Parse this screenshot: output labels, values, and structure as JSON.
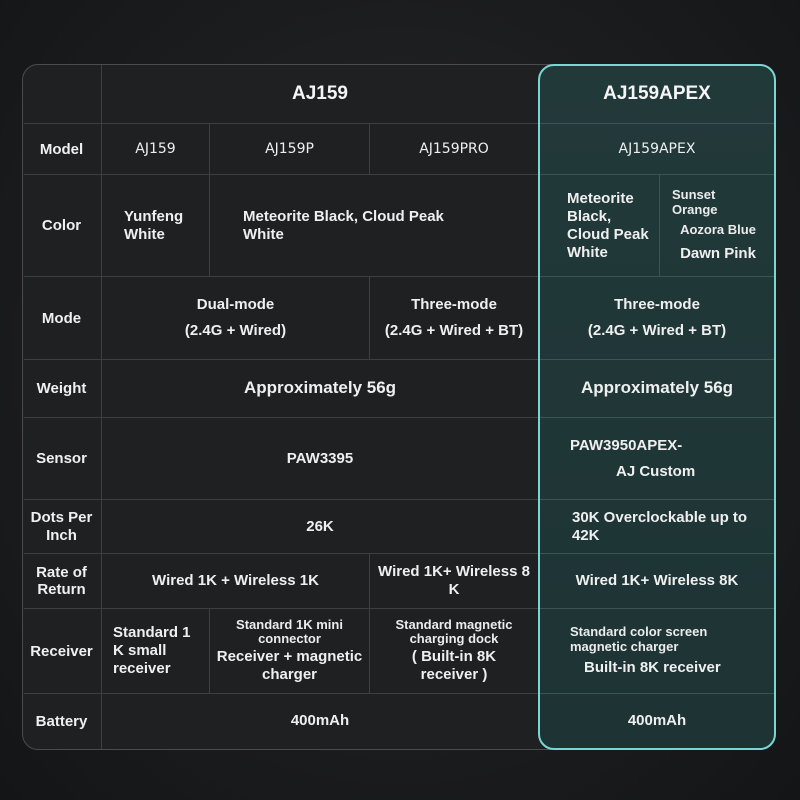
{
  "header": {
    "col_a": "AJ159",
    "col_b": "AJ159APEX"
  },
  "rows": {
    "model": {
      "label": "Model",
      "v1": "AJ159",
      "v2": "AJ159P",
      "v3": "AJ159PRO",
      "apex": "AJ159APEX"
    },
    "color": {
      "label": "Color",
      "v1": "Yunfeng White",
      "v2": "Meteorite Black, Cloud Peak White",
      "apex_left": "Meteorite Black, Cloud Peak White",
      "apex_right_1": "Sunset Orange",
      "apex_right_2": "Aozora Blue",
      "apex_right_3": "Dawn Pink"
    },
    "mode": {
      "label": "Mode",
      "v1_line1": "Dual-mode",
      "v1_line2": "(2.4G + Wired)",
      "v2_line1": "Three-mode",
      "v2_line2": "(2.4G + Wired + BT)",
      "apex_line1": "Three-mode",
      "apex_line2": "(2.4G + Wired + BT)"
    },
    "weight": {
      "label": "Weight",
      "v1": "Approximately 56g",
      "apex": "Approximately 56g"
    },
    "sensor": {
      "label": "Sensor",
      "v1": "PAW3395",
      "apex_line1": "PAW3950APEX-",
      "apex_line2": "AJ Custom"
    },
    "dpi": {
      "label": "Dots Per Inch",
      "v1": "26K",
      "apex": "30K Overclockable up to 42K"
    },
    "rate": {
      "label": "Rate of Return",
      "v1": "Wired 1K + Wireless 1K",
      "v2": "Wired 1K+ Wireless 8 K",
      "apex": "Wired 1K+ Wireless 8K"
    },
    "receiver": {
      "label": "Receiver",
      "v1": "Standard 1 K small receiver",
      "v2_small": "Standard 1K mini connector",
      "v2_main": "Receiver + magnetic charger",
      "v3_small": "Standard magnetic charging dock",
      "v3_main": "( Built-in 8K receiver )",
      "apex_small": "Standard color screen magnetic charger",
      "apex_main": "Built-in 8K receiver"
    },
    "battery": {
      "label": "Battery",
      "v1": "400mAh",
      "apex": "400mAh"
    }
  },
  "colors": {
    "accent": "#7ad6d3",
    "apex_bg": "#213738",
    "card_bg": "#1f2022"
  }
}
